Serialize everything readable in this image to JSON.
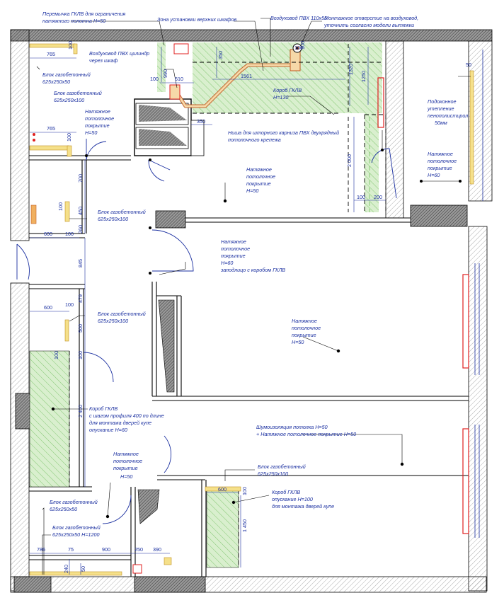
{
  "labels": {
    "jumper": [
      "Перемычка ГКЛВ для ограничения",
      "натяжного полотна Н=50"
    ],
    "top_cabinets": "Зона установки верхних шкафов",
    "pvc_duct": "Воздуховод ПВХ 110х55",
    "mount_hole": [
      "Монтажное отверстие на воздуховод,",
      "уточнить согласно модели вытяжки"
    ],
    "block_tl": [
      "Блок газобетонный",
      "625х250х50"
    ],
    "duct_cyl": [
      "Воздуховод ПВХ цилиндр",
      "через шкаф"
    ],
    "block_l2": [
      "Блок газобетонный",
      "625х250х100"
    ],
    "ceiling_50_a": [
      "Натяжное",
      "потолочное",
      "покрытие",
      "Н=50"
    ],
    "box_gklv_130": [
      "Короб ГКЛВ",
      "Н=130"
    ],
    "niche": [
      "Ниша для шторного карниза ПВХ двухрядный",
      "потолочного крепежа"
    ],
    "sill_insul": [
      "Подоконное",
      "утепление",
      "пенополистирол",
      "50мм"
    ],
    "ceiling_60_r": [
      "Натяжное",
      "потолочное",
      "покрытие",
      "Н=60"
    ],
    "ceiling_50_c": [
      "Натяжное",
      "потолочное",
      "покрытие",
      "Н=50"
    ],
    "block_l3": [
      "Блок газобетонный",
      "625х250х100"
    ],
    "ceiling_60_flush": [
      "Натяжное",
      "потолочное",
      "покрытие",
      "Н=60",
      "заподлицо с коробом ГКЛВ"
    ],
    "block_l4": [
      "Блок газобетонный",
      "625х250х100"
    ],
    "ceiling_50_room": [
      "Натяжное",
      "потолочное",
      "покрытие",
      "Н=50"
    ],
    "box_gklv_400": [
      "Короб ГКЛВ",
      "с шагом профиля 400 по длине",
      "для монтажа дверей купе",
      "опускание Н=60"
    ],
    "noise": [
      "Шумоизоляция потолка Н=50",
      "+ Натяжное потолочное покрытие Н=50"
    ],
    "ceiling_50_hall": [
      "Натяжное",
      "потолочное",
      "покрытие",
      "Н=50"
    ],
    "block_bath": [
      "Блок газобетонный",
      "625х250х100"
    ],
    "block_bl1": [
      "Блок газобетонный",
      "625х250х50"
    ],
    "box_gklv_100": [
      "Короб ГКЛВ",
      "опускание Н=100",
      "для монтажа дверей купе"
    ],
    "block_bl2": [
      "Блок газобетонный",
      "625х250х50 Н=1200"
    ]
  },
  "dimensions": {
    "d765a": "765",
    "d765b": "765",
    "d100a": "100",
    "d990": "990",
    "d610": "610",
    "d100b": "100",
    "d350a": "350",
    "d100c": "100",
    "d100d": "100",
    "d1561": "1561",
    "d1320": "1320",
    "d1250": "1250",
    "d350b": "350",
    "d2000": "2 000",
    "d100e": "100",
    "d200": "200",
    "d50r": "50",
    "d100f": "100",
    "d700": "700",
    "d100g": "100",
    "d450": "450",
    "d600a": "600",
    "d100h": "100",
    "d260": "260",
    "d845": "845",
    "d600b": "600",
    "d100i": "100",
    "d479": "479",
    "d500": "500",
    "d100j": "100",
    "d100k": "100",
    "d2400": "2 400",
    "d600c": "600",
    "d100l": "100",
    "d1450": "1 450",
    "d786": "786",
    "d75": "75",
    "d900": "900",
    "d250": "250",
    "d390": "390",
    "d240": "240",
    "d50b": "50"
  },
  "colors": {
    "wall_fill": "#ffffff",
    "hatch_green": "#bfe3b0",
    "text_blue": "#1a2fa0",
    "line_black": "#000000",
    "block_yellow": "#f5e08a",
    "block_orange": "#f0b060",
    "red": "#e02020"
  }
}
